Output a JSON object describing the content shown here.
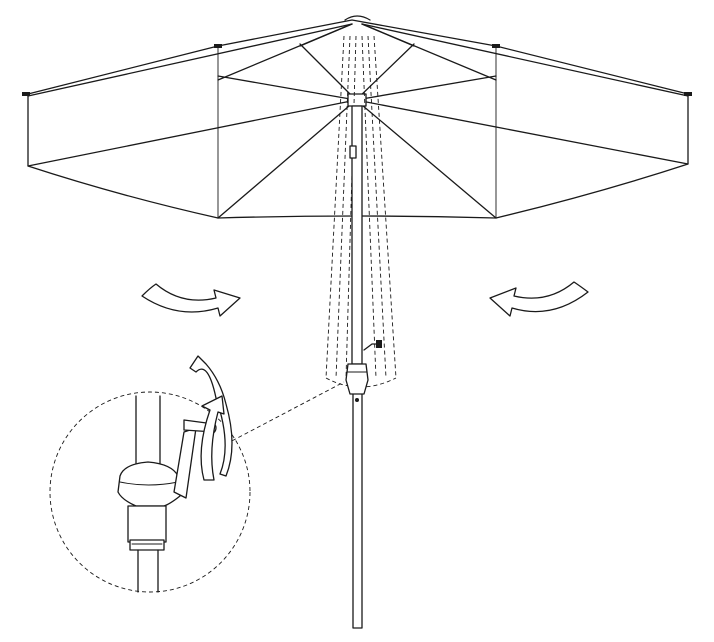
{
  "diagram": {
    "components": [
      {
        "id": "canopy",
        "icon": "umbrella-canopy"
      },
      {
        "id": "pole",
        "icon": "umbrella-pole"
      },
      {
        "id": "crank",
        "icon": "crank-handle"
      },
      {
        "id": "detail",
        "icon": "magnified-crank-detail"
      },
      {
        "id": "left-arrow",
        "icon": "curved-arrow-right"
      },
      {
        "id": "right-arrow",
        "icon": "curved-arrow-left"
      },
      {
        "id": "rotation-arrows",
        "icon": "circular-rotation-arrows"
      }
    ]
  }
}
